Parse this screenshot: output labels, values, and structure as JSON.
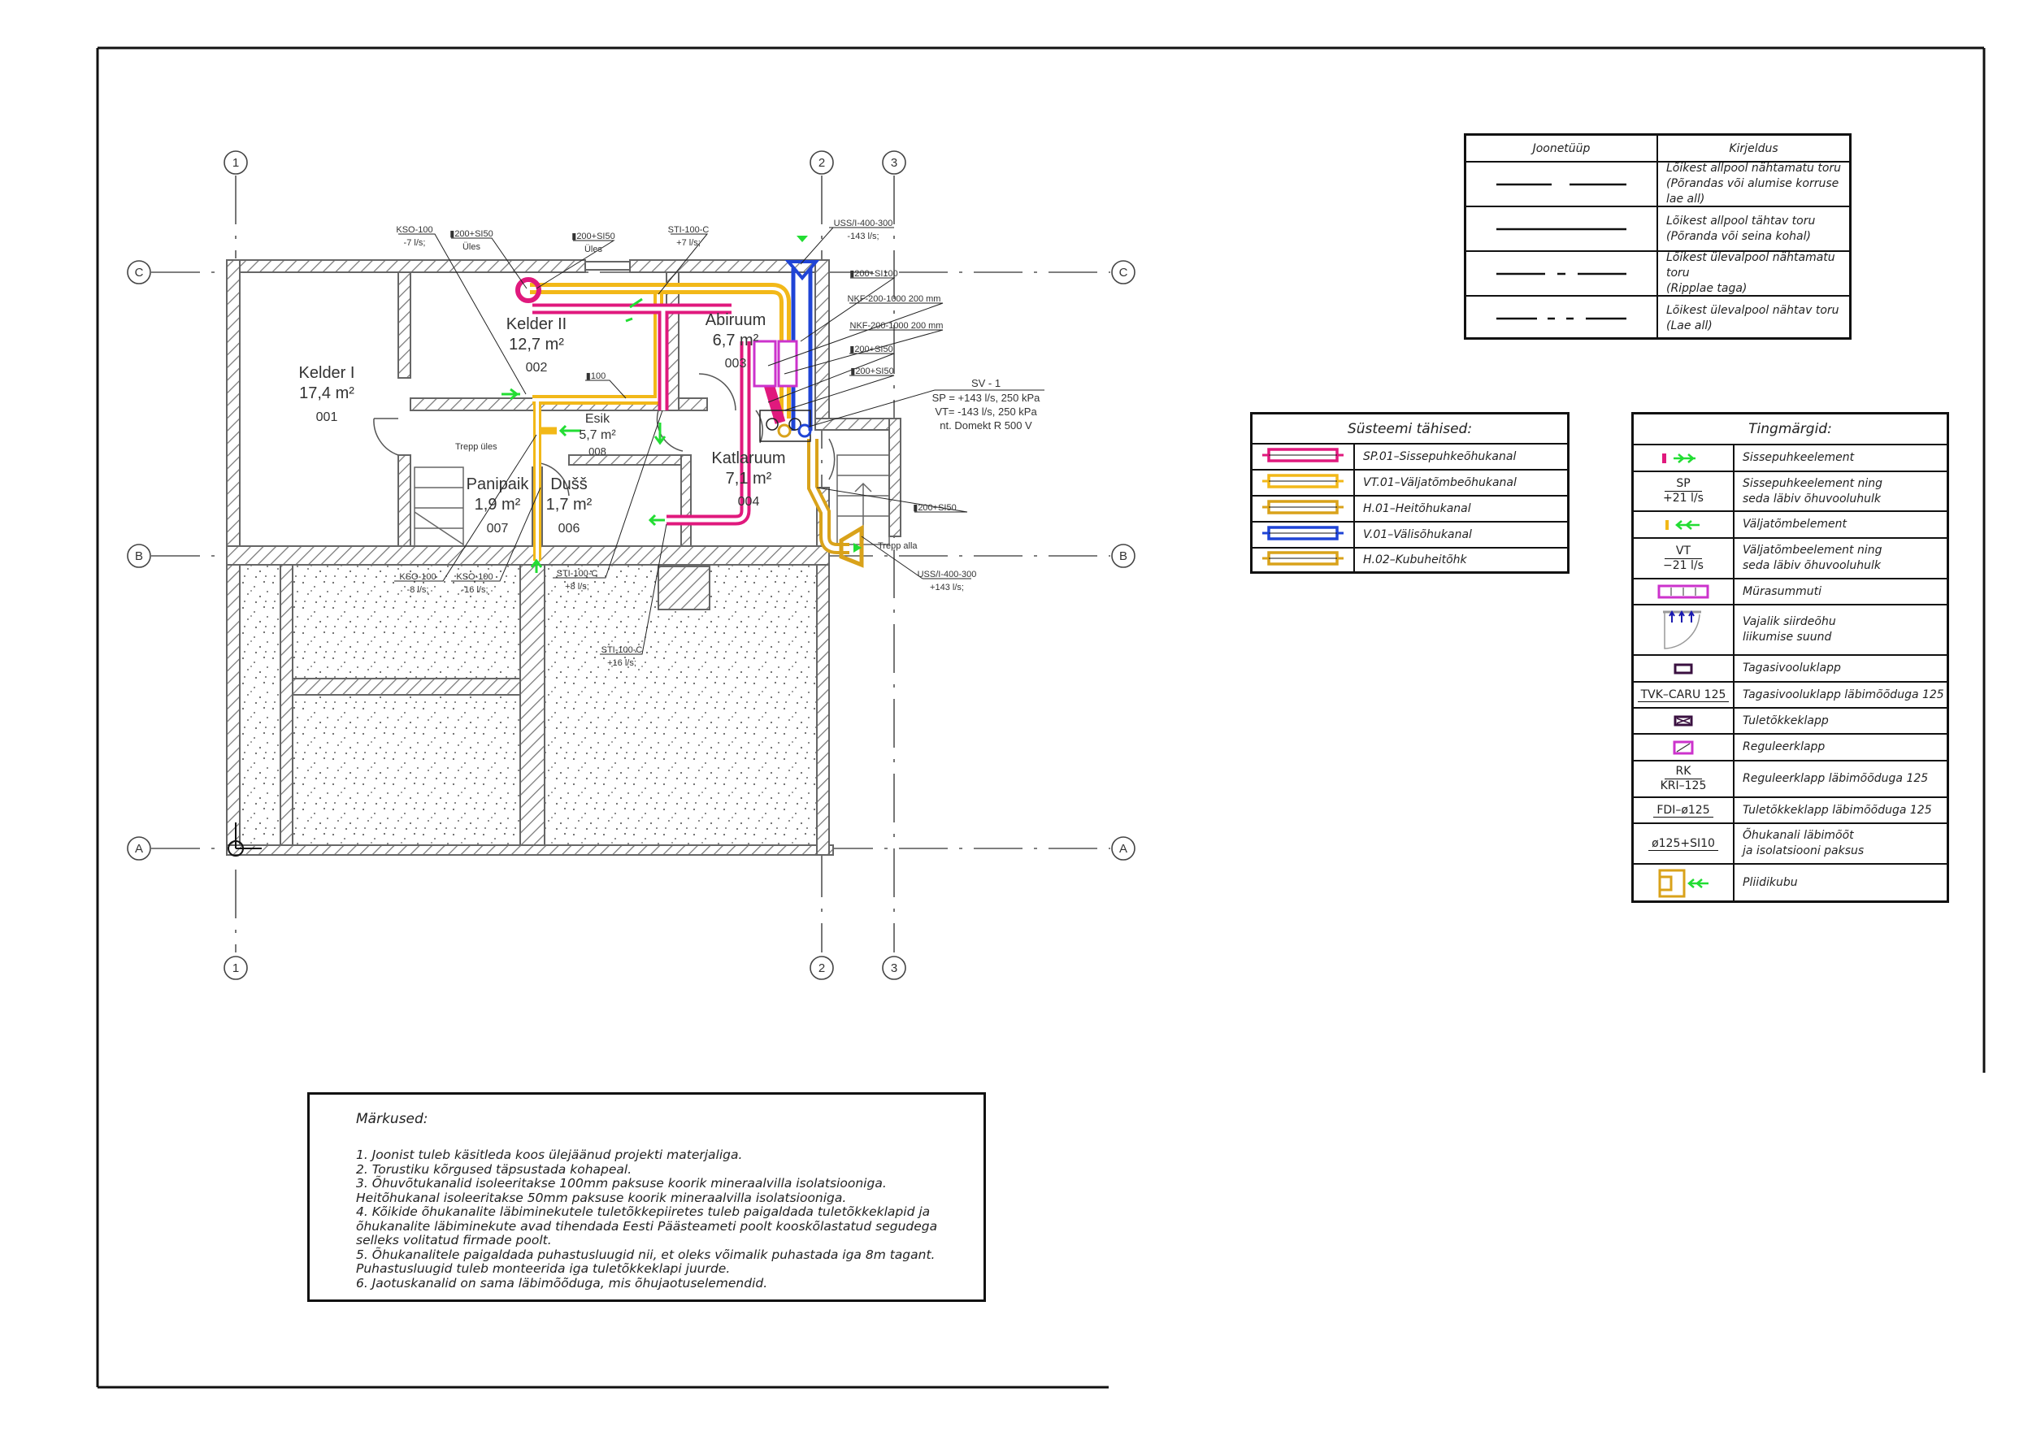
{
  "grid": {
    "axes_vertical": [
      "1",
      "2",
      "3"
    ],
    "axes_horizontal": [
      "C",
      "B",
      "A"
    ]
  },
  "rooms": [
    {
      "name": "Kelder I",
      "area": "17,4 m²",
      "code": "001"
    },
    {
      "name": "Kelder II",
      "area": "12,7 m²",
      "code": "002"
    },
    {
      "name": "Abiruum",
      "area": "6,7 m²",
      "code": "003"
    },
    {
      "name": "Katlaruum",
      "area": "7,1 m²",
      "code": "004"
    },
    {
      "name": "Dušš",
      "area": "1,7 m²",
      "code": "006"
    },
    {
      "name": "Panipaik",
      "area": "1,9 m²",
      "code": "007"
    },
    {
      "name": "Esik",
      "area": "5,7 m²",
      "code": "008"
    }
  ],
  "stair_labels": [
    "Trepp üles",
    "Trepp alla"
  ],
  "annotations": [
    {
      "top": "KSO-100",
      "bottom": "-7 l/s;"
    },
    {
      "top": "▮200+SI50",
      "bottom": "Üles"
    },
    {
      "top": "▮200+SI50",
      "bottom": "Üles"
    },
    {
      "top": "STI-100-C",
      "bottom": "+7 l/s;"
    },
    {
      "top": "USS/I-400-300",
      "bottom": "-143 l/s;"
    },
    {
      "top": "▮200+SI100",
      "bottom": ""
    },
    {
      "top": "NKF-200-1000 200 mm",
      "bottom": ""
    },
    {
      "top": "NKF-200-1000 200 mm",
      "bottom": ""
    },
    {
      "top": "▮200+SI50",
      "bottom": ""
    },
    {
      "top": "▮200+SI50",
      "bottom": ""
    },
    {
      "top": "▮100",
      "bottom": ""
    },
    {
      "top": "▮200+SI50",
      "bottom": ""
    },
    {
      "top": "USS/I-400-300",
      "bottom": "+143 l/s;"
    },
    {
      "top": "KSO-100",
      "bottom": "-8 l/s;"
    },
    {
      "top": "KSO-100",
      "bottom": "-16 l/s;"
    },
    {
      "top": "STI-100-C",
      "bottom": "+8 l/s;"
    },
    {
      "top": "STI-100-C",
      "bottom": "+16 l/s;"
    }
  ],
  "unit": {
    "title": "SV - 1",
    "lines": [
      "SP = +143 l/s, 250 kPa",
      "VT= -143 l/s, 250 kPa",
      "nt. Domekt R 500 V"
    ]
  },
  "linetypes": {
    "header": [
      "Joonetüüp",
      "Kirjeldus"
    ],
    "rows": [
      {
        "line": "1",
        "d1": "Lõikest allpool nähtamatu toru",
        "d2": "(Põrandas või alumise korruse lae all)"
      },
      {
        "line": "2",
        "d1": "Lõikest allpool tähtav toru",
        "d2": "(Põranda või seina kohal)"
      },
      {
        "line": "3",
        "d1": "Lõikest ülevalpool nähtamatu toru",
        "d2": "(Ripplae taga)"
      },
      {
        "line": "4",
        "d1": "Lõikest ülevalpool nähtav toru",
        "d2": "(Lae all)"
      }
    ]
  },
  "systems": {
    "title": "Süsteemi tähised:",
    "rows": [
      {
        "label": "SP.01–Sissepuhkeõhukanal",
        "color": "#e0197d"
      },
      {
        "label": "VT.01–Väljatõmbeõhukanal",
        "color": "#f2b818"
      },
      {
        "label": "H.01–Heitõhukanal",
        "color": "#d9a21a"
      },
      {
        "label": "V.01–Välisõhukanal",
        "color": "#1f44d6"
      },
      {
        "label": "H.02–Kubuheitõhk",
        "color": "#d9a21a"
      }
    ]
  },
  "symbols": {
    "title": "Tingmärgid:",
    "rows": [
      {
        "sym": "supply-element",
        "desc": [
          "Sissepuhkeelement"
        ]
      },
      {
        "sym": "frac",
        "num": "SP",
        "den": "+21 l/s",
        "desc": [
          "Sissepuhkeelement ning",
          "seda läbiv õhuvooluhulk"
        ]
      },
      {
        "sym": "exhaust-element",
        "desc": [
          "Väljatõmbelement"
        ]
      },
      {
        "sym": "frac",
        "num": "VT",
        "den": "−21 l/s",
        "desc": [
          "Väljatõmbeelement ning",
          "seda läbiv õhuvooluhulk"
        ]
      },
      {
        "sym": "silencer",
        "desc": [
          "Mürasummuti"
        ]
      },
      {
        "sym": "transfer-air",
        "desc": [
          "Vajalik siirdeõhu",
          "liikumise suund"
        ]
      },
      {
        "sym": "check-valve",
        "desc": [
          "Tagasivooluklapp"
        ]
      },
      {
        "sym": "text",
        "text": "TVK–CARU 125",
        "desc": [
          "Tagasivooluklapp läbimõõduga 125"
        ]
      },
      {
        "sym": "fire-damper",
        "desc": [
          "Tuletõkkeklapp"
        ]
      },
      {
        "sym": "control-damper",
        "desc": [
          "Reguleerklapp"
        ]
      },
      {
        "sym": "frac",
        "num": "RK",
        "den": "KRI–125",
        "desc": [
          "Reguleerklapp läbimõõduga 125"
        ]
      },
      {
        "sym": "text",
        "text": "FDI–ø125",
        "desc": [
          "Tuletõkkeklapp läbimõõduga 125"
        ]
      },
      {
        "sym": "text",
        "text": "ø125+SI10",
        "desc": [
          "Õhukanali läbimõõt",
          "ja isolatsiooni paksus"
        ]
      },
      {
        "sym": "cooker-hood",
        "desc": [
          "Pliidikubu"
        ]
      }
    ]
  },
  "notes": {
    "title": "Märkused:",
    "lines": [
      "1. Joonist tuleb käsitleda koos ülejäänud projekti materjaliga.",
      "2. Torustiku kõrgused täpsustada kohapeal.",
      "3. Õhuvõtukanalid isoleeritakse 100mm paksuse koorik mineraalvilla isolatsiooniga.",
      "Heitõhukanal isoleeritakse 50mm paksuse koorik mineraalvilla isolatsiooniga.",
      "4. Kõikide õhukanalite läbiminekutele tuletõkkepiiretes tuleb paigaldada tuletõkkeklapid ja",
      "õhukanalite läbiminekute avad tihendada Eesti Päästeameti poolt kooskõlastatud segudega",
      "selleks volitatud firmade poolt.",
      "5. Õhukanalitele paigaldada puhastusluugid nii, et oleks võimalik puhastada iga 8m tagant.",
      "Puhastusluugid tuleb monteerida iga tuletõkkeklapi juurde.",
      "6. Jaotuskanalid on sama läbimõõduga, mis õhujaotuselemendid."
    ]
  },
  "colors": {
    "supply": "#e0197d",
    "exhaust": "#f2b818",
    "outdoor": "#1f44d6",
    "terminal": "#22dd33",
    "silencer": "#cc33cc"
  }
}
